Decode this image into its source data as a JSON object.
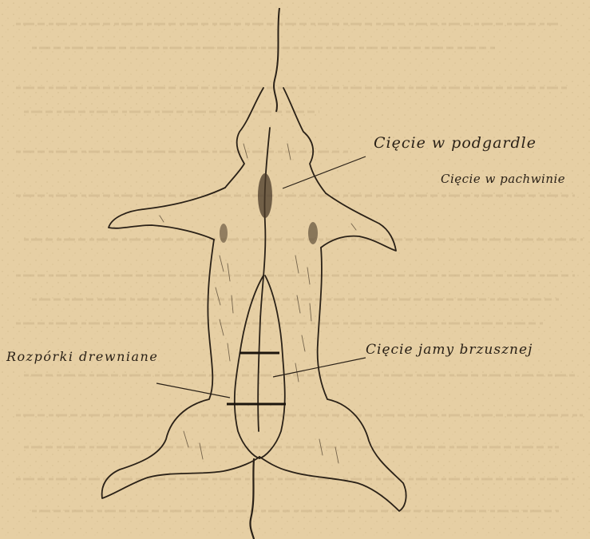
{
  "labels": {
    "podgardle": "Cięcie w podgardle",
    "pachwinie": "Cięcie w pachwinie",
    "rozporki": "Rozpórki drewniane",
    "jamy": "Cięcie jamy brzusznej"
  },
  "colors": {
    "paper": "#e6cfa4",
    "ink": "#2a2117"
  }
}
